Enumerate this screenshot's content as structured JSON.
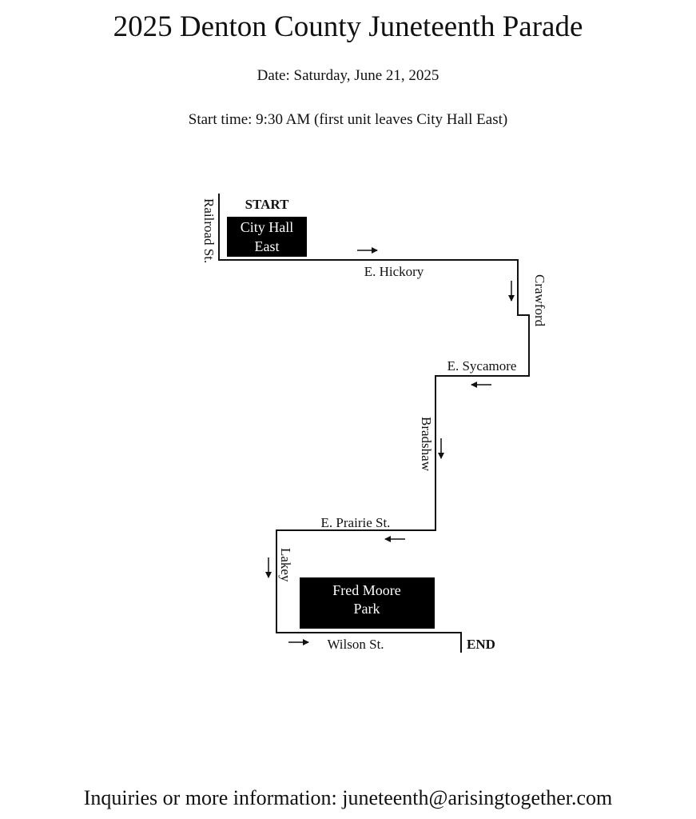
{
  "header": {
    "title": "2025 Denton County Juneteenth Parade",
    "date_line": "Date:  Saturday, June 21, 2025",
    "start_line": "Start time:  9:30 AM (first unit leaves City Hall East)"
  },
  "map": {
    "start_label": "START",
    "end_label": "END",
    "start_box": {
      "line1": "City Hall",
      "line2": "East"
    },
    "end_box": {
      "line1": "Fred Moore",
      "line2": "Park"
    },
    "streets": {
      "railroad": "Railroad St.",
      "hickory": "E. Hickory",
      "crawford": "Crawford",
      "sycamore": "E. Sycamore",
      "bradshaw": "Bradshaw",
      "prairie": "E. Prairie St.",
      "lakey": "Lakey",
      "wilson": "Wilson St."
    },
    "route_color": "#111111"
  },
  "footer": {
    "text": "Inquiries or more information:  juneteenth@arisingtogether.com"
  }
}
